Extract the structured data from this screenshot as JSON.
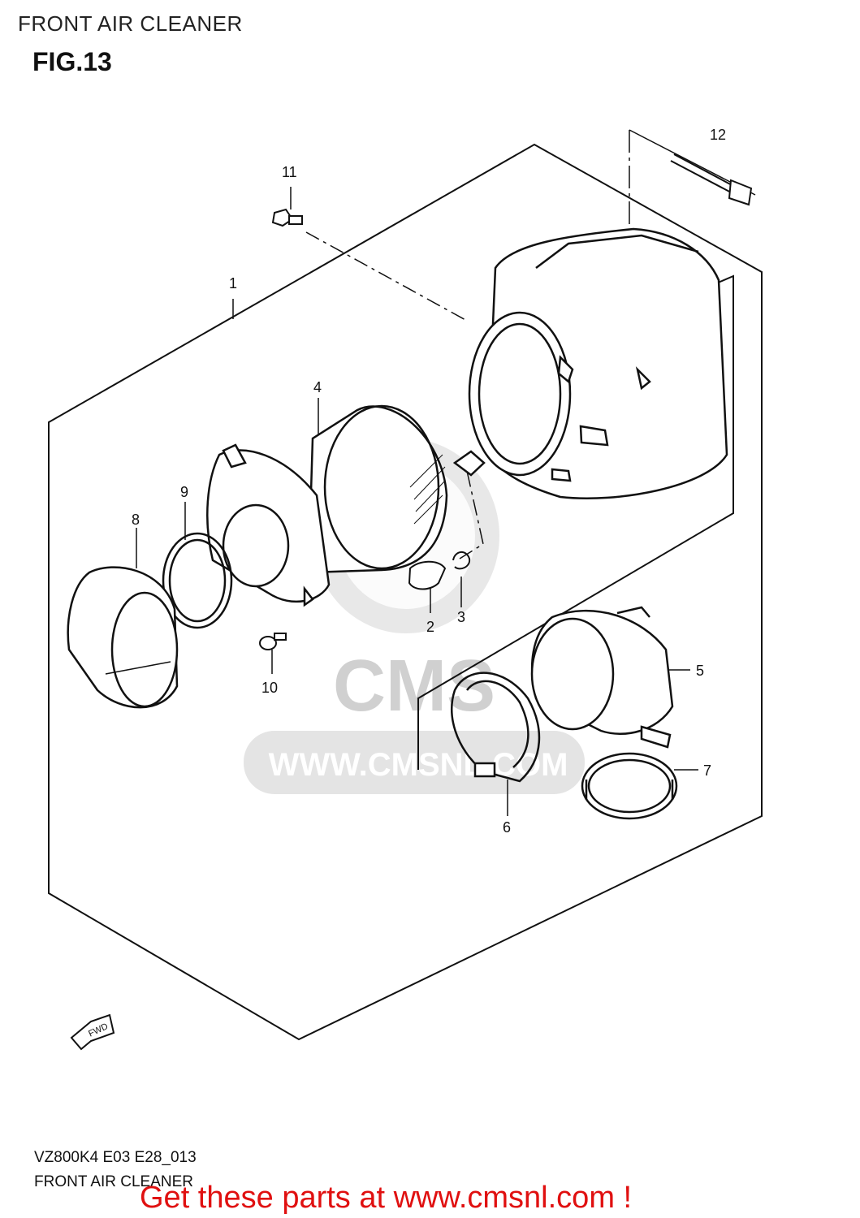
{
  "header": {
    "title": "FRONT AIR CLEANER",
    "figure": "FIG.13"
  },
  "callouts": {
    "c1": "1",
    "c2": "2",
    "c3": "3",
    "c4": "4",
    "c5": "5",
    "c6": "6",
    "c7": "7",
    "c8": "8",
    "c9": "9",
    "c10": "10",
    "c11": "11",
    "c12": "12"
  },
  "watermark": {
    "text": "WWW.CMSNL.COM",
    "logo": "CMS"
  },
  "fwd_marker": "FWD",
  "footer": {
    "code": "VZ800K4 E03 E28_013",
    "title": "FRONT AIR CLEANER"
  },
  "cta": "Get these parts at www.cmsnl.com !",
  "colors": {
    "cta": "#e01010",
    "line": "#111111",
    "watermark": "#d9d9d9"
  }
}
